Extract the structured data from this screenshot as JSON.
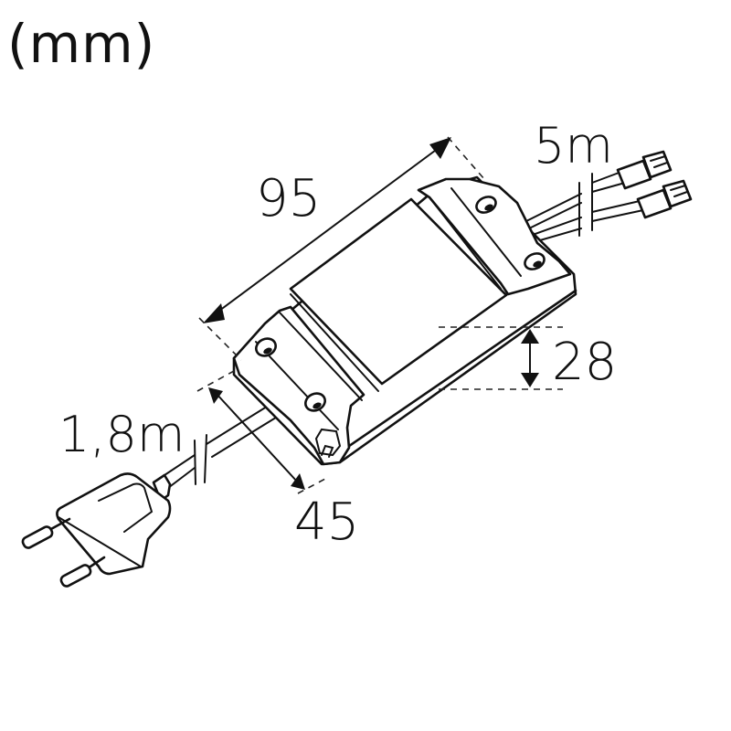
{
  "diagram": {
    "units": "(mm)",
    "subject": "LED driver / power supply unit with mains plug and output connectors",
    "dimensions": {
      "length": "95",
      "width": "45",
      "height": "28"
    },
    "cables": {
      "input_cable_length": "1,8m",
      "output_cable_length": "5m"
    },
    "components": [
      {
        "name": "driver-housing",
        "label": ""
      },
      {
        "name": "mains-plug",
        "label": ""
      },
      {
        "name": "output-connectors",
        "label": ""
      }
    ],
    "colors": {
      "line": "#111111",
      "background": "#ffffff"
    }
  }
}
